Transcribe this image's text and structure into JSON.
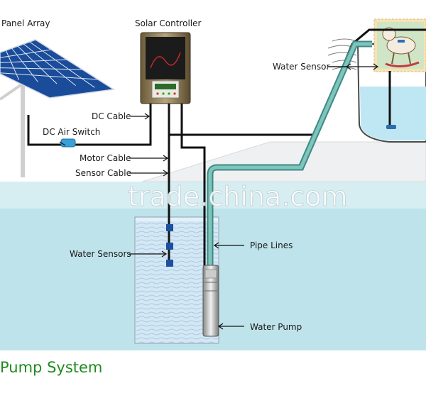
{
  "labels": {
    "panel_array": "Panel Array",
    "solar_controller": "Solar Controller",
    "water_sensor": "Water Sensor",
    "dc_cable": "DC Cable",
    "dc_air_switch": "DC Air Switch",
    "motor_cable": "Motor Cable",
    "sensor_cable": "Sensor Cable",
    "water_sensors": "Water Sensors",
    "pipe_lines": "Pipe Lines",
    "water_pump": "Water Pump"
  },
  "title": "Pump System",
  "watermark": "trade.china.com",
  "colors": {
    "ground_water": "#bfe3ea",
    "well_water": "#cfe6f3",
    "tank_water": "#bfe6f3",
    "pipe": "#5fa9a2",
    "panel_blue": "#1f5fb8",
    "title_green": "#1f8a1f"
  }
}
